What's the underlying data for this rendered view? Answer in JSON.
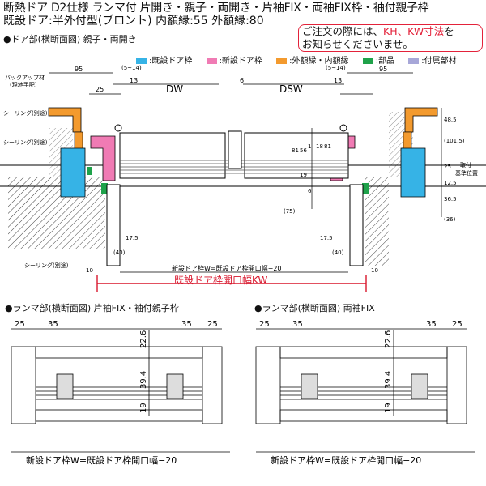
{
  "title_line1": "断熱ドア D2仕様 ランマ付 片開き・親子・両開き・片袖FIX・両袖FIX枠・袖付親子枠",
  "title_line2": "既設ドア:半外付型(ブロント) 内額縁:55 外額縁:80",
  "notice": {
    "line1_a": "ご注文の際には、",
    "line1_b": "KH、KW寸法",
    "line1_c": "を",
    "line2": "お知らせくださいませ。"
  },
  "section1_heading": "●ドア部(横断面図) 親子・両開き",
  "legend": [
    {
      "label": ":既設ドア枠",
      "color": "#36b3e6"
    },
    {
      "label": ":新設ドア枠",
      "color": "#f07bb4"
    },
    {
      "label": ":外額縁・内額縁",
      "color": "#f39a2e"
    },
    {
      "label": ":部品",
      "color": "#1fa24a"
    },
    {
      "label": ":付属部材",
      "color": "#a7a7d8"
    }
  ],
  "labels": {
    "backup": "バックアップ材",
    "backup_sub": "(現地手配)",
    "seal1": "シーリング(別途)",
    "seal2": "シーリング(別途)",
    "seal3": "シーリング(別途)",
    "dw": "DW",
    "dsw": "DSW",
    "toritsuke": "取付",
    "kijun": "基準位置",
    "formula_small": "新設ドア枠W=既設ドア枠開口幅−20",
    "kw_label": "既設ドア枠開口幅KW"
  },
  "dims": {
    "d95l": "95",
    "d514": "(5~14)",
    "d25": "25",
    "d13": "13",
    "d6": "6",
    "d95r": "95",
    "d514r": "(5~14)",
    "d13r": "13",
    "d485": "48.5",
    "d1015": "(101.5)",
    "d25v": "25",
    "d81": "81",
    "d56": "56",
    "d1": "1",
    "d18": "18",
    "d81b": "81",
    "d19": "19",
    "d6v": "6",
    "d75": "(75)",
    "d125": "12.5",
    "d365": "36.5",
    "d36": "(36)",
    "d175": "17.5",
    "d40": "(40)",
    "d175r": "17.5",
    "d40r": "(40)",
    "d10l": "10",
    "d10r": "10"
  },
  "section2_heading": "●ランマ部(横断面図) 片袖FIX・袖付親子枠",
  "section3_heading": "●ランマ部(横断面図) 両袖FIX",
  "ranma": {
    "d25a": "25",
    "d35a": "35",
    "d35b": "35",
    "d25b": "25",
    "d226": "22.6",
    "d394": "39.4",
    "d19": "19",
    "formula": "新設ドア枠W=既設ドア枠開口幅−20"
  }
}
